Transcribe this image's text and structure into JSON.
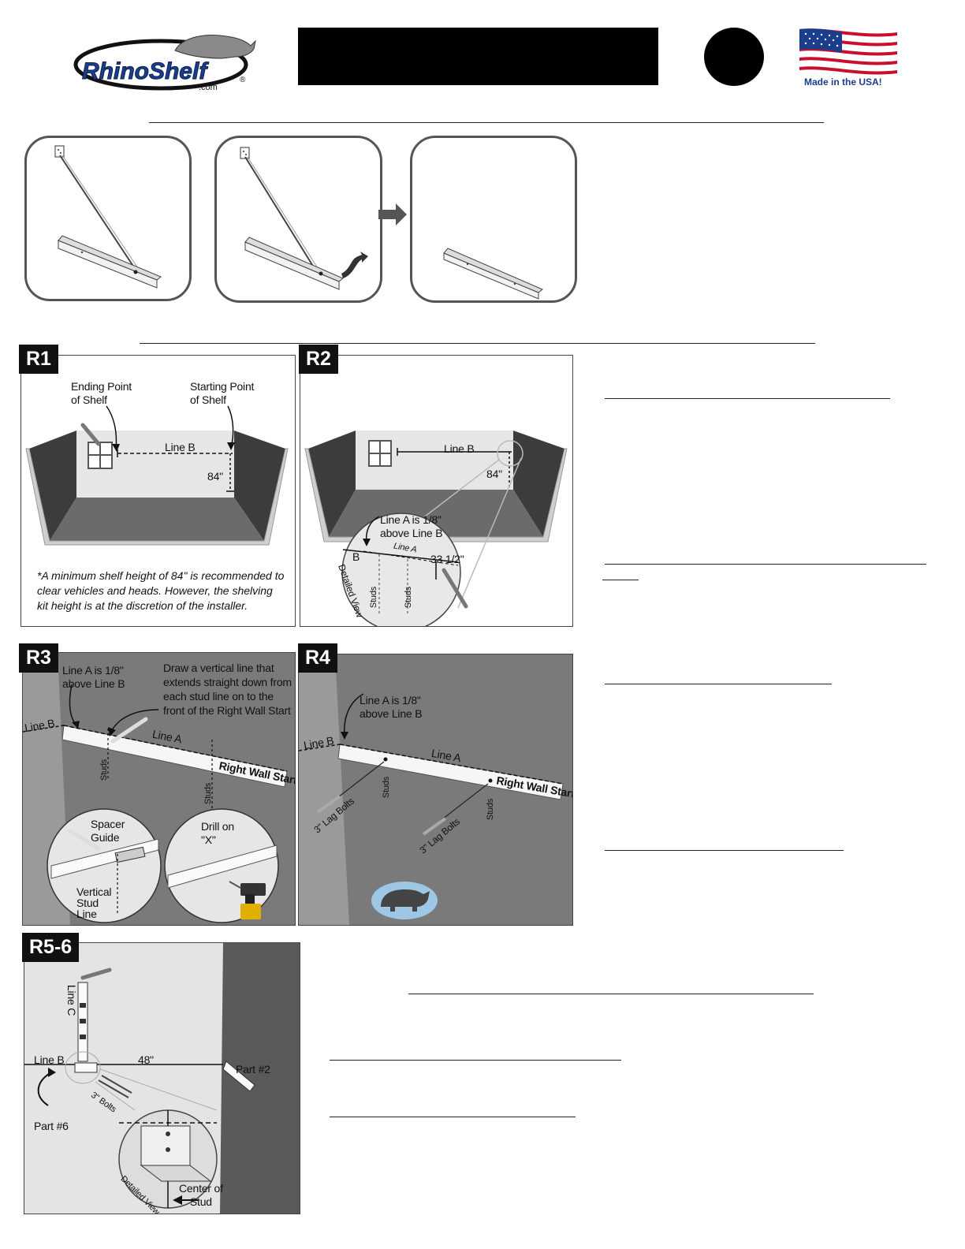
{
  "header": {
    "logo_text": "RhinoShelf",
    "logo_sub": ".com",
    "usa_text": "Made in the USA!"
  },
  "panels": {
    "r1": {
      "tag": "R1",
      "ending_point": "Ending Point\nof Shelf",
      "starting_point": "Starting Point\nof Shelf",
      "line_b": "Line B",
      "height": "84\"",
      "note": "*A minimum shelf height of 84\" is recommended to clear vehicles and heads. However, the shelving kit height is at the discretion of the installer."
    },
    "r2": {
      "tag": "R2",
      "line_b": "Line B",
      "height": "84\"",
      "line_a_note": "Line A is 1/8\"\nabove Line B",
      "b": "B",
      "line_a": "Line A",
      "measure": "33 1/2\"",
      "studs": "Studs",
      "detailed_view": "Detailed View"
    },
    "r3": {
      "tag": "R3",
      "line_a_note": "Line A is 1/8\"\nabove Line B",
      "draw_note": "Draw a vertical line that\nextends straight down from\neach stud line on to the\nfront of the Right Wall Start",
      "line_b": "Line B",
      "line_a": "Line A",
      "studs": "Studs",
      "right_wall_start": "Right Wall Start",
      "spacer_guide": "Spacer\nGuide",
      "vertical_stud_line": "Vertical\nStud\nLine",
      "drill_on": "Drill on\n\"X\""
    },
    "r4": {
      "tag": "R4",
      "line_a_note": "Line A is 1/8\"\nabove Line B",
      "line_b": "Line B",
      "line_a": "Line A",
      "studs": "Studs",
      "right_wall_start": "Right Wall Start",
      "lag_bolts": "3\" Lag Bolts"
    },
    "r56": {
      "tag": "R5-6",
      "line_c": "Line C",
      "line_b": "Line B",
      "width": "48\"",
      "part2": "Part #2",
      "bolts": "3\" Bolts",
      "part6": "Part #6",
      "center_of_stud": "Center of\nStud",
      "detailed_view": "Detailed View"
    }
  },
  "colors": {
    "wall_gray": "#7a7a7a",
    "dark_wall": "#3c3c3c",
    "floor_gray": "#6b6b6b",
    "rhino_blue": "#1a3e8c",
    "flag_red": "#c8102e"
  }
}
